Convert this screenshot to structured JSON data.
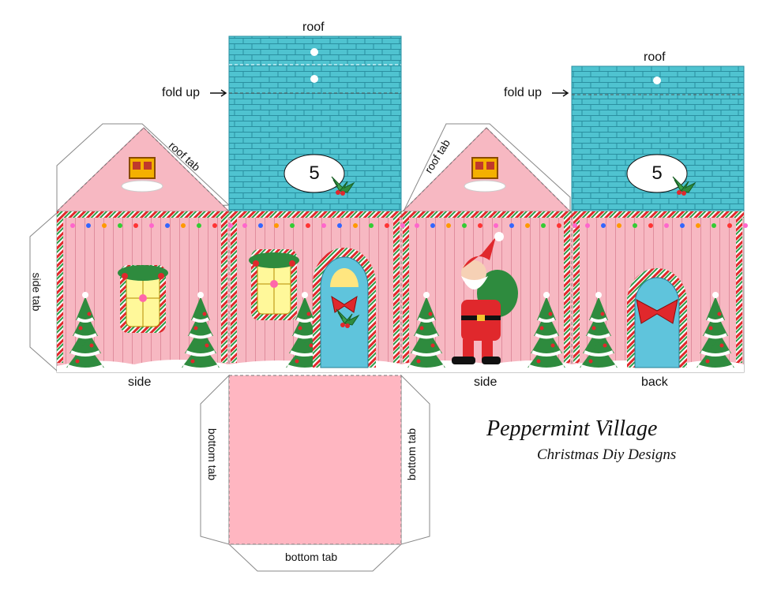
{
  "labels": {
    "roof_left": "roof",
    "roof_right": "roof",
    "fold_left": "fold up",
    "fold_right": "fold up",
    "roof_tab_left": "roof tab",
    "roof_tab_right": "roof tab",
    "side_tab": "side tab",
    "side_left": "side",
    "side_right": "side",
    "back": "back",
    "bottom_tab_left": "bottom tab",
    "bottom_tab_right": "bottom tab",
    "bottom_tab_bottom": "bottom tab",
    "number_left": "5",
    "number_right": "5"
  },
  "branding": {
    "title": "Peppermint Village",
    "subtitle": "Christmas Diy Designs"
  },
  "colors": {
    "roof": "#4fc3d0",
    "wall": "#f7b8c2",
    "base": "#ffb6c1",
    "tree": "#2e8b3e",
    "door": "#5fc4dc",
    "candy_red": "#e0282c"
  },
  "icons": [
    "window-icon",
    "wreath-window-icon",
    "door-icon",
    "santa-icon",
    "tree-icon",
    "holly-icon",
    "bow-icon"
  ]
}
